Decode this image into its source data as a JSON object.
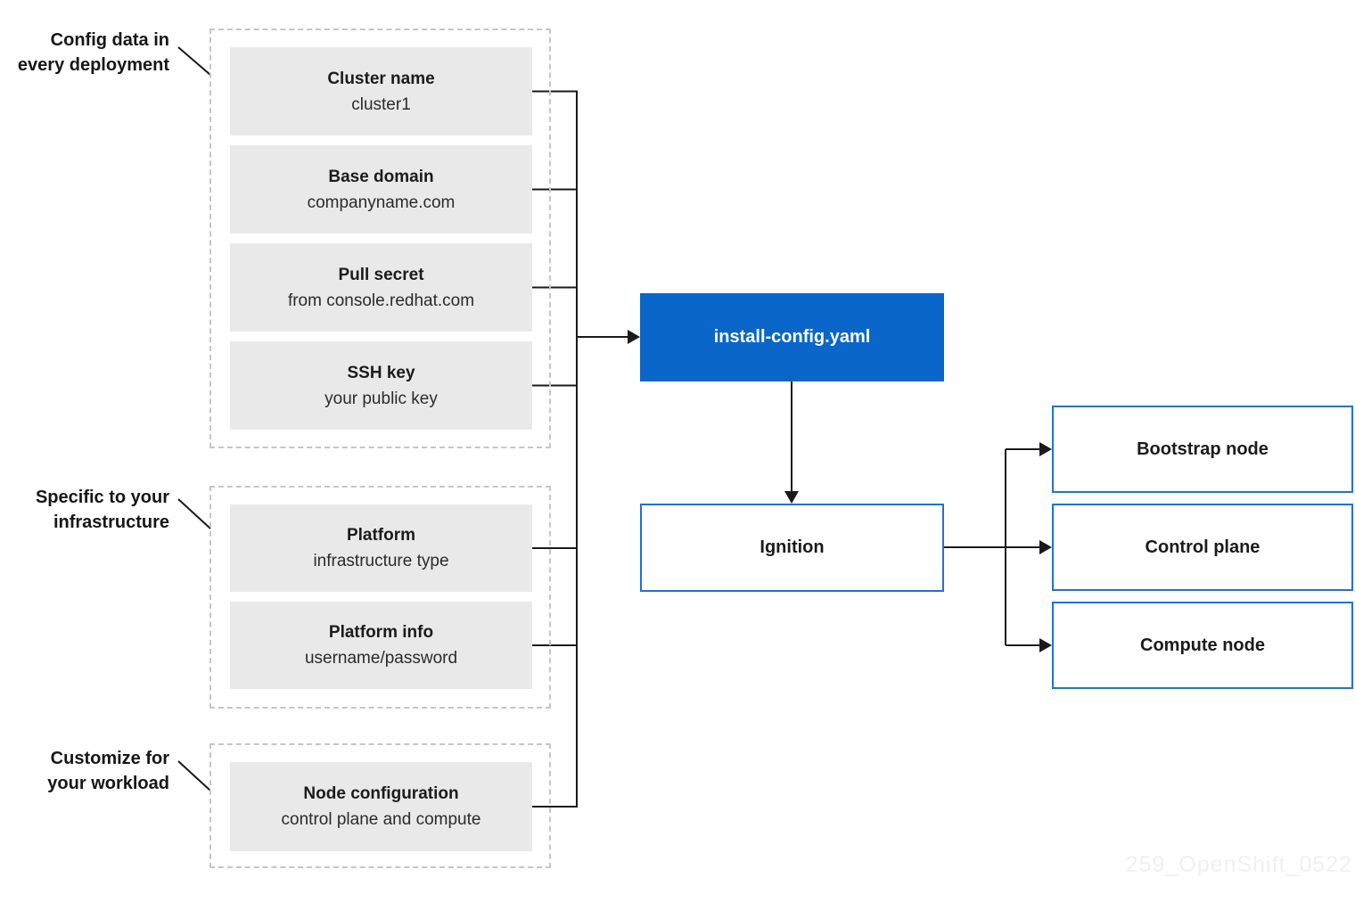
{
  "groups": [
    {
      "label_lines": [
        "Config data in",
        "every deployment"
      ],
      "boxes": [
        {
          "title": "Cluster name",
          "subtitle": "cluster1"
        },
        {
          "title": "Base domain",
          "subtitle": "companyname.com"
        },
        {
          "title": "Pull secret",
          "subtitle": "from console.redhat.com"
        },
        {
          "title": "SSH key",
          "subtitle": "your public key"
        }
      ]
    },
    {
      "label_lines": [
        "Specific to your",
        "infrastructure"
      ],
      "boxes": [
        {
          "title": "Platform",
          "subtitle": "infrastructure type"
        },
        {
          "title": "Platform info",
          "subtitle": "username/password"
        }
      ]
    },
    {
      "label_lines": [
        "Customize for",
        "your workload"
      ],
      "boxes": [
        {
          "title": "Node configuration",
          "subtitle": "control plane and compute"
        }
      ]
    }
  ],
  "install_config_label": "install-config.yaml",
  "ignition_label": "Ignition",
  "nodes": [
    "Bootstrap node",
    "Control plane",
    "Compute node"
  ],
  "watermark": "259_OpenShift_0522",
  "colors": {
    "install_config_fill": "#0a66c9",
    "node_border_blue": "#2170dd",
    "config_box_fill": "#e9e9e9",
    "dashed_border": "#c6c6c6",
    "connector_line": "#1a1a1a",
    "watermark_text": "#f0f0f0"
  }
}
